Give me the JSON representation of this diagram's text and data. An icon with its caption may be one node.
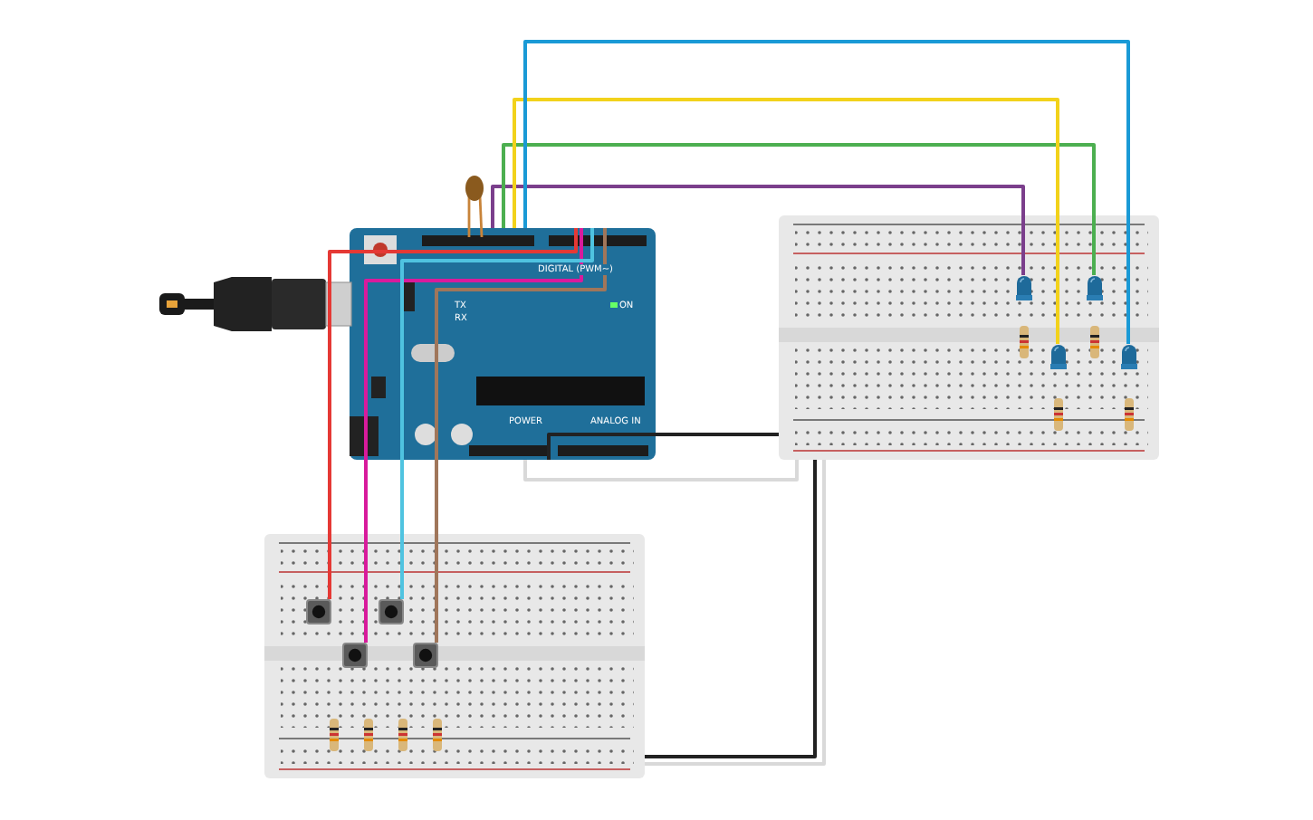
{
  "diagram": {
    "nodes": [
      {
        "text": [
          "DIGITAL (PWM~)",
          "TX",
          "RX",
          "ON",
          "POWER",
          "ANALOG IN"
        ]
      },
      {
        "text": [],
        "shape": "box"
      },
      {
        "text": [],
        "shape": "box"
      },
      {
        "text": [],
        "shape": "picture",
        "in": 1
      },
      {
        "text": [],
        "shape": "picture",
        "in": 1
      },
      {
        "text": [],
        "shape": "picture",
        "in": 1
      },
      {
        "text": [],
        "shape": "picture",
        "in": 1
      },
      {
        "text": [],
        "shape": "box",
        "in": 2
      },
      {
        "text": [],
        "shape": "box",
        "in": 2
      },
      {
        "text": [],
        "shape": "box",
        "in": 2
      },
      {
        "text": [],
        "shape": "box",
        "in": 2
      }
    ],
    "edges": [
      {
        "from": 0,
        "to": 3,
        "arrow": "none",
        "color": "#7b3f8c"
      },
      {
        "from": 0,
        "to": 5,
        "arrow": "none",
        "color": "#4caf50"
      },
      {
        "from": 0,
        "to": 4,
        "arrow": "none",
        "color": "#f2d21b"
      },
      {
        "from": 0,
        "to": 6,
        "arrow": "none",
        "color": "#1a9ad6"
      },
      {
        "from": 0,
        "to": 7,
        "arrow": "none",
        "color": "#e53935"
      },
      {
        "from": 0,
        "to": 8,
        "arrow": "none",
        "color": "#d81b9c"
      },
      {
        "from": 0,
        "to": 9,
        "arrow": "none",
        "color": "#4fc3e0"
      },
      {
        "from": 0,
        "to": 10,
        "arrow": "none",
        "color": "#a0765a"
      },
      {
        "from": 0,
        "to": 1,
        "arrow": "none",
        "color": "#222222"
      },
      {
        "from": 1,
        "to": 2,
        "arrow": "none",
        "color": "#222222"
      },
      {
        "from": 0,
        "to": 1,
        "arrow": "none",
        "color": "#d9d9d9"
      },
      {
        "from": 1,
        "to": 2,
        "arrow": "none",
        "color": "#d9d9d9"
      }
    ]
  }
}
